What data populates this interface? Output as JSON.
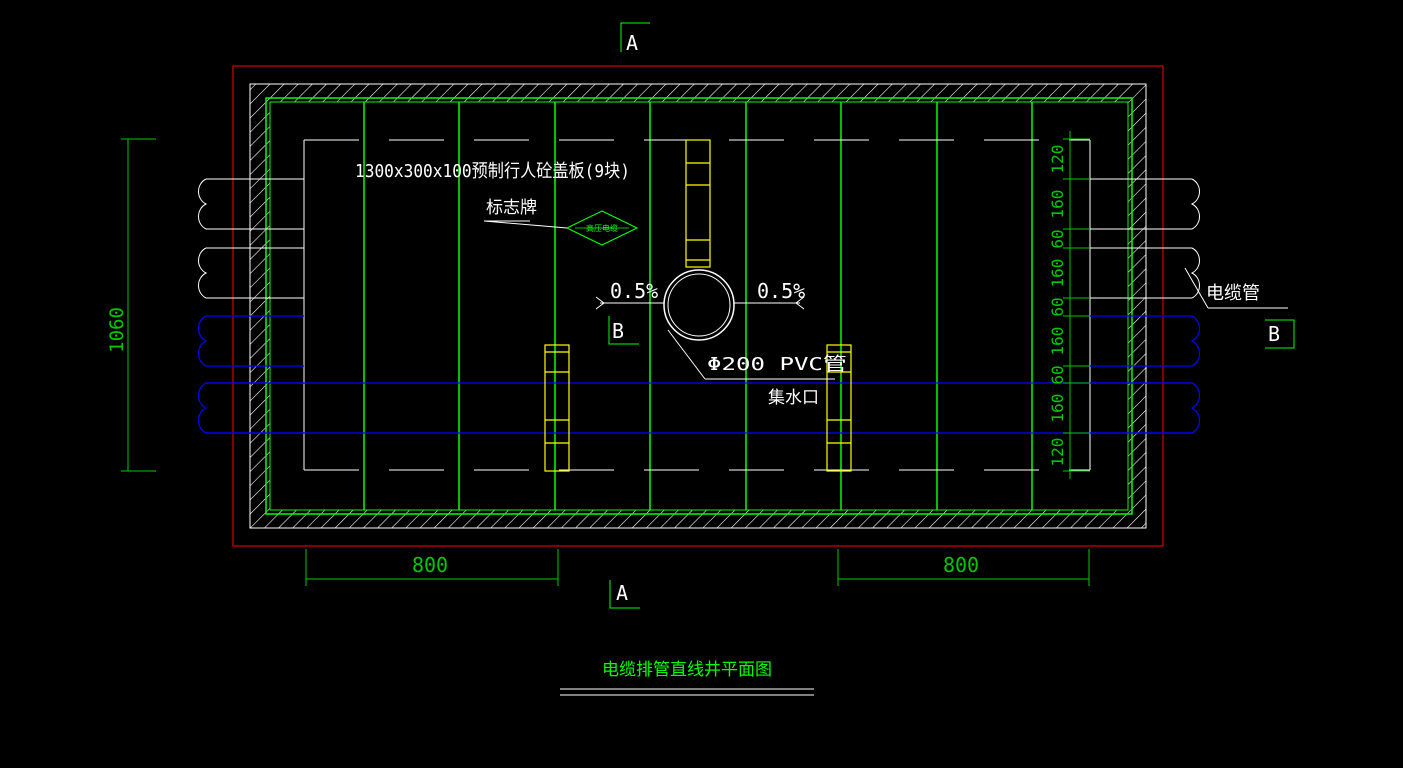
{
  "drawing_title": "电缆排管直线井平面图",
  "section_marks": {
    "a_top": "A",
    "a_bottom": "A",
    "b_left": "B",
    "b_right": "B"
  },
  "labels": {
    "cover_plate": "1300x300x100预制行人砼盖板(9块)",
    "sign_board": "标志牌",
    "sign_text": "高压电缆",
    "slope_left": "0.5%",
    "slope_right": "0.5%",
    "pvc_pipe": "Φ200 PVC管",
    "sump": "集水口",
    "cable_pipe": "电缆管"
  },
  "dimensions": {
    "height_total": "1060",
    "bottom_left": "800",
    "bottom_right": "800",
    "right_stack": [
      "120",
      "160",
      "60",
      "160",
      "60",
      "160",
      "60",
      "160",
      "120"
    ]
  },
  "colors": {
    "background": "#000000",
    "outline_red": "#ff0000",
    "wall_white": "#ffffff",
    "green": "#00ff00",
    "dim_green": "#00c800",
    "blue": "#0000ff",
    "yellow": "#ffff00"
  }
}
